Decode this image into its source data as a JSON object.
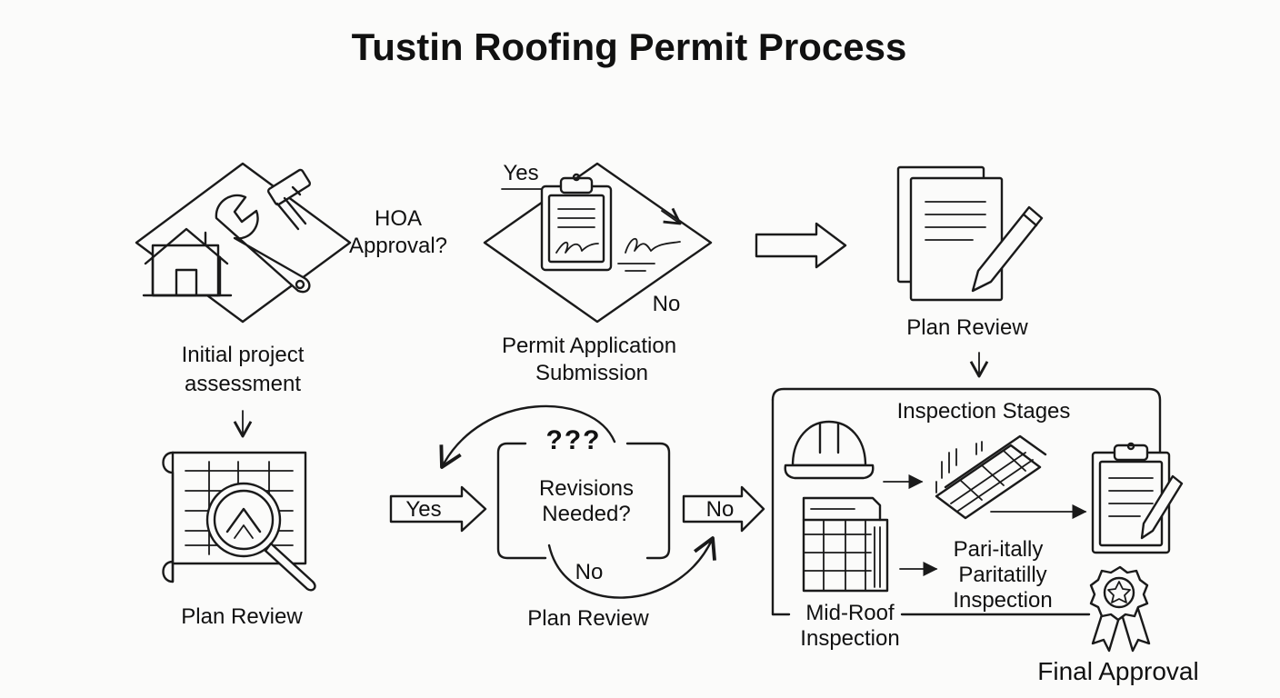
{
  "title": "Tustin Roofing Permit Process",
  "labels": {
    "initial_line1": "Initial project",
    "initial_line2": "assessment",
    "hoa_line1": "HOA",
    "hoa_line2": "Approval?",
    "yes_top": "Yes",
    "no_top": "No",
    "permit_line1": "Permit Application",
    "permit_line2": "Submission",
    "plan_review_top_right": "Plan Review",
    "plan_review_left": "Plan Review",
    "yes_arrow": "Yes",
    "question_marks": "???",
    "revisions_line1": "Revisions",
    "revisions_line2": "Needed?",
    "no_loop": "No",
    "plan_review_center": "Plan Review",
    "no_arrow": "No",
    "inspection_stages": "Inspection Stages",
    "partial_line1": "Pari-itally",
    "partial_line2": "Paritatilly",
    "partial_line3": "Inspection",
    "midroof_line1": "Mid-Roof",
    "midroof_line2": "Inspection",
    "final_approval": "Final Approval"
  },
  "icons": [
    "house-icon",
    "wrench-icon",
    "hammer-icon",
    "clipboard-icon",
    "documents-pen-icon",
    "blueprint-magnifier-icon",
    "hard-hat-icon",
    "roof-shingles-icon",
    "building-icon",
    "clipboard-pencil-icon",
    "award-ribbon-icon"
  ]
}
